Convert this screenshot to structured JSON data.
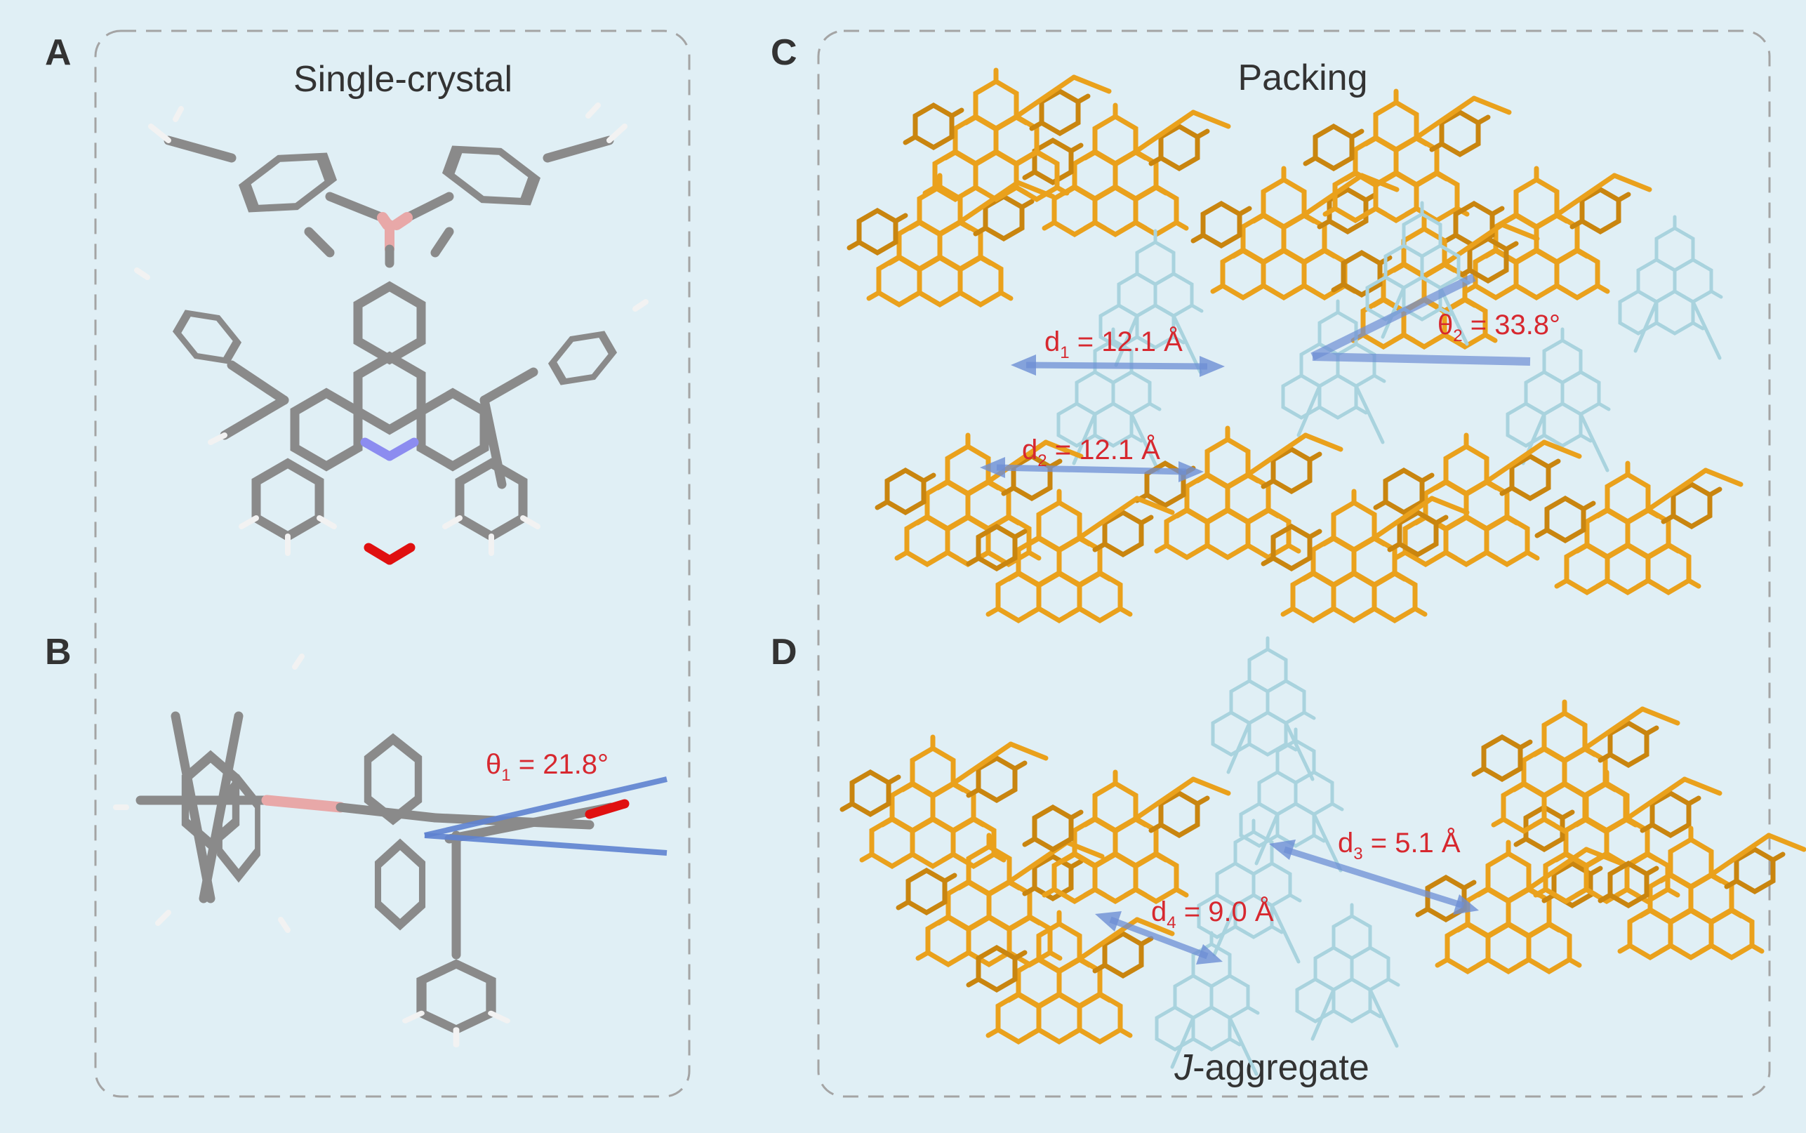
{
  "panels": {
    "a": {
      "letter": "A",
      "title": "Single-crystal"
    },
    "b": {
      "letter": "B",
      "angle_label": "θ",
      "angle_sub": "1",
      "angle_value": " = 21.8°"
    },
    "c": {
      "letter": "C",
      "title": "Packing",
      "d1": {
        "label": "d",
        "sub": "1",
        "value": " = 12.1 Å"
      },
      "d2": {
        "label": "d",
        "sub": "2",
        "value": " = 12.1 Å"
      },
      "theta2": {
        "label": "θ",
        "sub": "2",
        "value": " = 33.8°"
      }
    },
    "d": {
      "letter": "D",
      "title_italic": "J",
      "title_rest": "-aggregate",
      "d3": {
        "label": "d",
        "sub": "3",
        "value": " = 5.1 Å"
      },
      "d4": {
        "label": "d",
        "sub": "4",
        "value": " = 9.0 Å"
      }
    }
  },
  "colors": {
    "background": "#e0eff5",
    "carbon_grey": "#8a8a8a",
    "hydrogen": "#f2f2f2",
    "boron": "#e8a8a8",
    "nitrogen": "#8c8cf0",
    "oxygen": "#e01010",
    "molecule_orange": "#eaa11c",
    "molecule_cyan": "#a9d3de",
    "measurement_text": "#d7282f",
    "arrow_blue": "#6d8fd4"
  }
}
